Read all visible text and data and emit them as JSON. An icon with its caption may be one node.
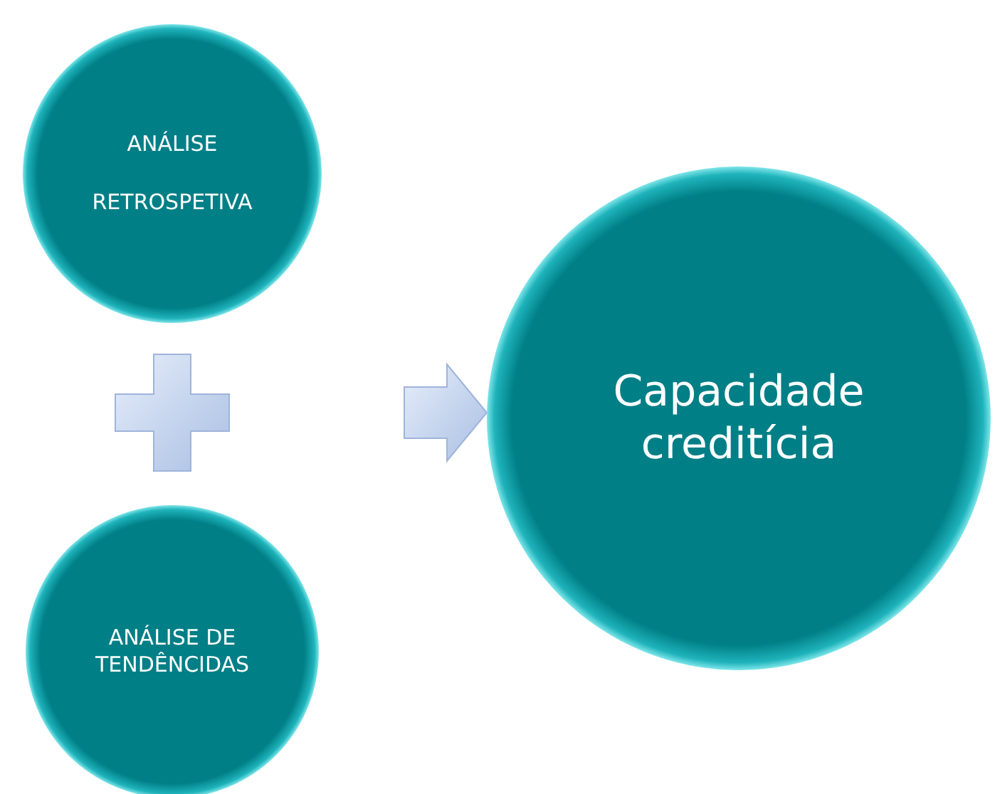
{
  "diagram": {
    "nodes": [
      {
        "text": [
          "ANÁLISE",
          "RETROSPETIVA"
        ]
      },
      {
        "text": [],
        "shape": "plus"
      },
      {
        "text": [
          "ANÁLISE DE TENDÊNCIDAS"
        ]
      },
      {
        "text": [
          "Capacidade creditícia"
        ]
      }
    ],
    "edges": [
      {
        "from": null,
        "to": 3,
        "arrow": "to",
        "style": "thick"
      }
    ]
  }
}
